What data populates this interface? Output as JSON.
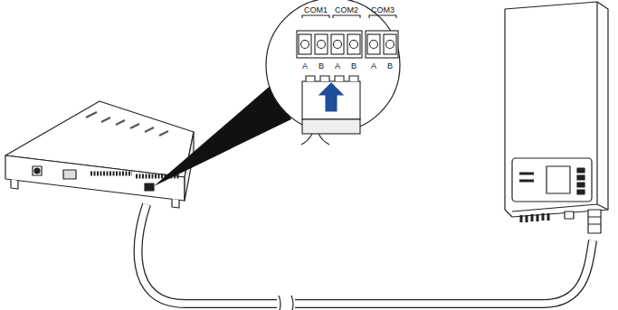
{
  "diagram": {
    "labels": [
      "COM1",
      "COM2",
      "COM3",
      "A",
      "B",
      "A",
      "B",
      "A",
      "B"
    ]
  }
}
